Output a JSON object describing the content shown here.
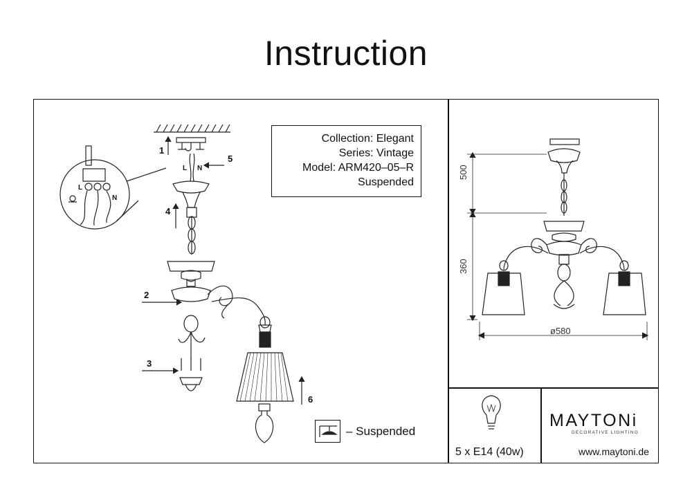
{
  "page_title": "Instruction",
  "info": {
    "collection": "Collection: Elegant",
    "series": "Series: Vintage",
    "model": "Model: ARM420–05–R",
    "type": "Suspended"
  },
  "legend": {
    "suspended": "– Suspended"
  },
  "steps": [
    "1",
    "2",
    "3",
    "4",
    "5",
    "6"
  ],
  "wires": {
    "l": "L",
    "n": "N"
  },
  "dimensions": {
    "height_top": "500",
    "height_body": "360",
    "diameter": "ø580"
  },
  "bulb": {
    "spec": "5 x E14 (40w)"
  },
  "brand": {
    "name": "MAYTONi",
    "tagline": "DECORATIVE LIGHTING",
    "website": "www.maytoni.de"
  }
}
